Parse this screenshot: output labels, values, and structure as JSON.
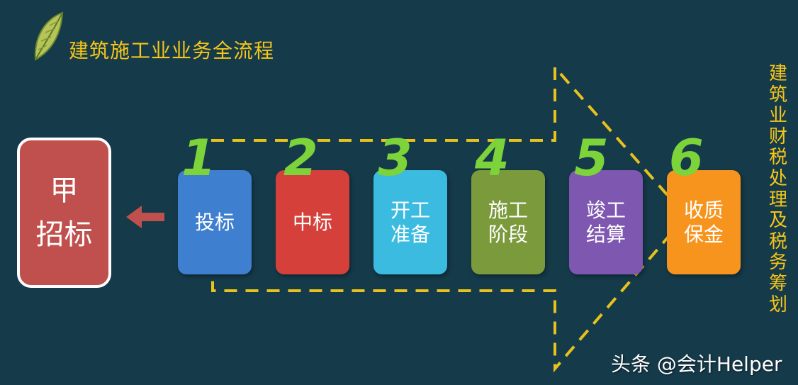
{
  "title": "建筑施工业业务全流程",
  "client": {
    "line1": "甲",
    "line2": "招标"
  },
  "steps": [
    {
      "number": "1",
      "line1": "投标",
      "line2": "",
      "color": "#3f7fd0"
    },
    {
      "number": "2",
      "line1": "中标",
      "line2": "",
      "color": "#d6403a"
    },
    {
      "number": "3",
      "line1": "开工",
      "line2": "准备",
      "color": "#3bbbe0"
    },
    {
      "number": "4",
      "line1": "施工",
      "line2": "阶段",
      "color": "#7a9a3c"
    },
    {
      "number": "5",
      "line1": "竣工",
      "line2": "结算",
      "color": "#7e57b0"
    },
    {
      "number": "6",
      "line1": "收质",
      "line2": "保金",
      "color": "#f7941d"
    }
  ],
  "side_label": "建筑业财税处理及税务筹划",
  "watermark": "头条 @会计Helper",
  "colors": {
    "background": "#153a4a",
    "accent_yellow": "#f5c518",
    "step_number_green": "#7dd33a",
    "client_box": "#c0504d",
    "back_arrow": "#c0504d"
  }
}
